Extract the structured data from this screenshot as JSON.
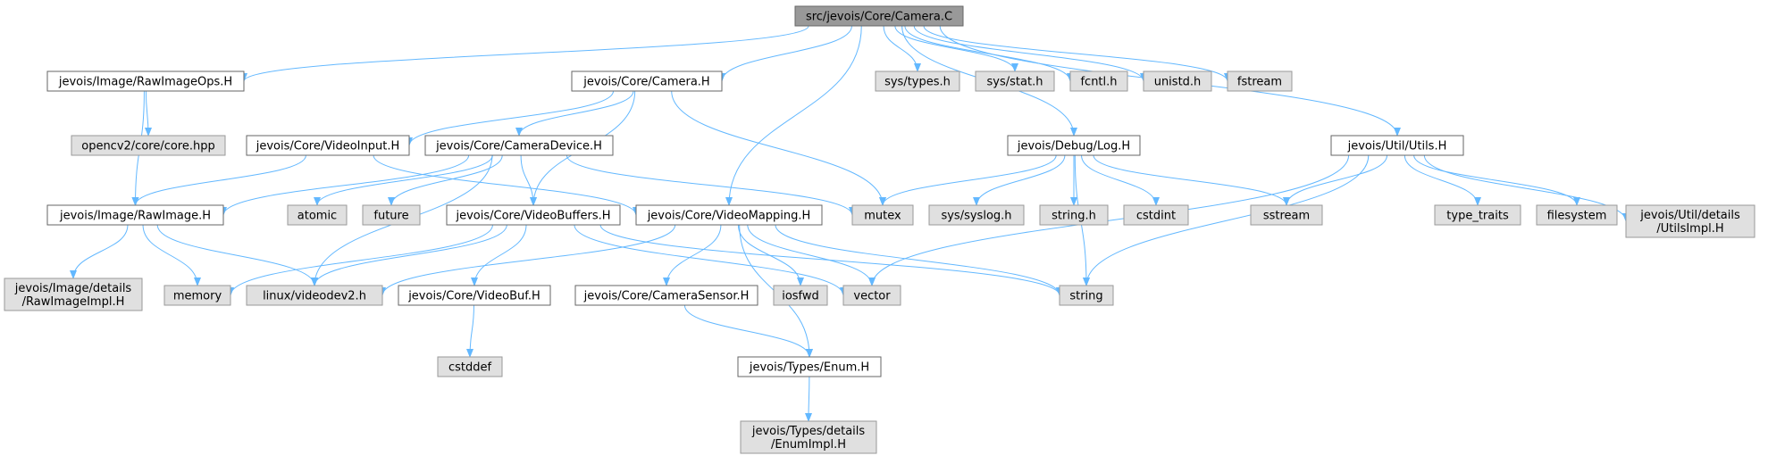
{
  "colors": {
    "root_fill": "#999999",
    "root_stroke": "#666666",
    "internal_fill": "#ffffff",
    "internal_stroke": "#666666",
    "external_fill": "#e0e0e0",
    "external_stroke": "#999999",
    "edge": "#63b8ff"
  },
  "nodes": [
    {
      "id": "camera_c",
      "kind": "root",
      "lines": [
        "src/jevois/Core/Camera.C"
      ]
    },
    {
      "id": "rawimageops_h",
      "kind": "internal",
      "lines": [
        "jevois/Image/RawImageOps.H"
      ]
    },
    {
      "id": "camera_h",
      "kind": "internal",
      "lines": [
        "jevois/Core/Camera.H"
      ]
    },
    {
      "id": "sys_types_h",
      "kind": "external",
      "lines": [
        "sys/types.h"
      ]
    },
    {
      "id": "sys_stat_h",
      "kind": "external",
      "lines": [
        "sys/stat.h"
      ]
    },
    {
      "id": "fcntl_h",
      "kind": "external",
      "lines": [
        "fcntl.h"
      ]
    },
    {
      "id": "unistd_h",
      "kind": "external",
      "lines": [
        "unistd.h"
      ]
    },
    {
      "id": "fstream",
      "kind": "external",
      "lines": [
        "fstream"
      ]
    },
    {
      "id": "core_hpp",
      "kind": "external",
      "lines": [
        "opencv2/core/core.hpp"
      ]
    },
    {
      "id": "videoinput_h",
      "kind": "internal",
      "lines": [
        "jevois/Core/VideoInput.H"
      ]
    },
    {
      "id": "cameradevice_h",
      "kind": "internal",
      "lines": [
        "jevois/Core/CameraDevice.H"
      ]
    },
    {
      "id": "log_h",
      "kind": "internal",
      "lines": [
        "jevois/Debug/Log.H"
      ]
    },
    {
      "id": "utils_h",
      "kind": "internal",
      "lines": [
        "jevois/Util/Utils.H"
      ]
    },
    {
      "id": "rawimage_h",
      "kind": "internal",
      "lines": [
        "jevois/Image/RawImage.H"
      ]
    },
    {
      "id": "atomic",
      "kind": "external",
      "lines": [
        "atomic"
      ]
    },
    {
      "id": "future",
      "kind": "external",
      "lines": [
        "future"
      ]
    },
    {
      "id": "videobuffers_h",
      "kind": "internal",
      "lines": [
        "jevois/Core/VideoBuffers.H"
      ]
    },
    {
      "id": "videomapping_h",
      "kind": "internal",
      "lines": [
        "jevois/Core/VideoMapping.H"
      ]
    },
    {
      "id": "mutex",
      "kind": "external",
      "lines": [
        "mutex"
      ]
    },
    {
      "id": "syslog_h",
      "kind": "external",
      "lines": [
        "sys/syslog.h"
      ]
    },
    {
      "id": "string_h",
      "kind": "external",
      "lines": [
        "string.h"
      ]
    },
    {
      "id": "cstdint",
      "kind": "external",
      "lines": [
        "cstdint"
      ]
    },
    {
      "id": "sstream",
      "kind": "external",
      "lines": [
        "sstream"
      ]
    },
    {
      "id": "type_traits",
      "kind": "external",
      "lines": [
        "type_traits"
      ]
    },
    {
      "id": "filesystem",
      "kind": "external",
      "lines": [
        "filesystem"
      ]
    },
    {
      "id": "utilsimpl_h",
      "kind": "external",
      "lines": [
        "jevois/Util/details",
        "/UtilsImpl.H"
      ]
    },
    {
      "id": "rawimageimpl_h",
      "kind": "external",
      "lines": [
        "jevois/Image/details",
        "/RawImageImpl.H"
      ]
    },
    {
      "id": "memory",
      "kind": "external",
      "lines": [
        "memory"
      ]
    },
    {
      "id": "videodev2_h",
      "kind": "external",
      "lines": [
        "linux/videodev2.h"
      ]
    },
    {
      "id": "videobuf_h",
      "kind": "internal",
      "lines": [
        "jevois/Core/VideoBuf.H"
      ]
    },
    {
      "id": "camerasensor_h",
      "kind": "internal",
      "lines": [
        "jevois/Core/CameraSensor.H"
      ]
    },
    {
      "id": "iosfwd",
      "kind": "external",
      "lines": [
        "iosfwd"
      ]
    },
    {
      "id": "vector",
      "kind": "external",
      "lines": [
        "vector"
      ]
    },
    {
      "id": "string",
      "kind": "external",
      "lines": [
        "string"
      ]
    },
    {
      "id": "cstddef",
      "kind": "external",
      "lines": [
        "cstddef"
      ]
    },
    {
      "id": "enum_h",
      "kind": "internal",
      "lines": [
        "jevois/Types/Enum.H"
      ]
    },
    {
      "id": "enumimpl_h",
      "kind": "external",
      "lines": [
        "jevois/Types/details",
        "/EnumImpl.H"
      ]
    }
  ],
  "edges": [
    {
      "from": "camera_c",
      "to": "rawimageops_h"
    },
    {
      "from": "camera_c",
      "to": "camera_h"
    },
    {
      "from": "camera_c",
      "to": "sys_types_h"
    },
    {
      "from": "camera_c",
      "to": "sys_stat_h"
    },
    {
      "from": "camera_c",
      "to": "fcntl_h"
    },
    {
      "from": "camera_c",
      "to": "unistd_h"
    },
    {
      "from": "camera_c",
      "to": "fstream"
    },
    {
      "from": "camera_c",
      "to": "log_h"
    },
    {
      "from": "camera_c",
      "to": "utils_h"
    },
    {
      "from": "camera_c",
      "to": "videomapping_h"
    },
    {
      "from": "rawimageops_h",
      "to": "core_hpp"
    },
    {
      "from": "rawimageops_h",
      "to": "rawimage_h"
    },
    {
      "from": "camera_h",
      "to": "videoinput_h"
    },
    {
      "from": "camera_h",
      "to": "cameradevice_h"
    },
    {
      "from": "camera_h",
      "to": "videobuffers_h"
    },
    {
      "from": "camera_h",
      "to": "mutex"
    },
    {
      "from": "videoinput_h",
      "to": "rawimage_h"
    },
    {
      "from": "videoinput_h",
      "to": "videomapping_h"
    },
    {
      "from": "cameradevice_h",
      "to": "rawimage_h"
    },
    {
      "from": "cameradevice_h",
      "to": "atomic"
    },
    {
      "from": "cameradevice_h",
      "to": "future"
    },
    {
      "from": "cameradevice_h",
      "to": "videobuffers_h"
    },
    {
      "from": "cameradevice_h",
      "to": "mutex"
    },
    {
      "from": "cameradevice_h",
      "to": "videodev2_h"
    },
    {
      "from": "rawimage_h",
      "to": "rawimageimpl_h"
    },
    {
      "from": "rawimage_h",
      "to": "memory"
    },
    {
      "from": "rawimage_h",
      "to": "videodev2_h"
    },
    {
      "from": "videobuffers_h",
      "to": "memory"
    },
    {
      "from": "videobuffers_h",
      "to": "videodev2_h"
    },
    {
      "from": "videobuffers_h",
      "to": "videobuf_h"
    },
    {
      "from": "videobuffers_h",
      "to": "vector"
    },
    {
      "from": "videobuffers_h",
      "to": "string"
    },
    {
      "from": "videobuf_h",
      "to": "cstddef"
    },
    {
      "from": "videomapping_h",
      "to": "videodev2_h"
    },
    {
      "from": "videomapping_h",
      "to": "camerasensor_h"
    },
    {
      "from": "videomapping_h",
      "to": "iosfwd"
    },
    {
      "from": "videomapping_h",
      "to": "vector"
    },
    {
      "from": "videomapping_h",
      "to": "string"
    },
    {
      "from": "videomapping_h",
      "to": "enum_h"
    },
    {
      "from": "camerasensor_h",
      "to": "enum_h"
    },
    {
      "from": "enum_h",
      "to": "enumimpl_h"
    },
    {
      "from": "log_h",
      "to": "mutex"
    },
    {
      "from": "log_h",
      "to": "syslog_h"
    },
    {
      "from": "log_h",
      "to": "string_h"
    },
    {
      "from": "log_h",
      "to": "cstdint"
    },
    {
      "from": "log_h",
      "to": "sstream"
    },
    {
      "from": "log_h",
      "to": "string"
    },
    {
      "from": "utils_h",
      "to": "sstream"
    },
    {
      "from": "utils_h",
      "to": "type_traits"
    },
    {
      "from": "utils_h",
      "to": "filesystem"
    },
    {
      "from": "utils_h",
      "to": "utilsimpl_h"
    },
    {
      "from": "utils_h",
      "to": "vector"
    },
    {
      "from": "utils_h",
      "to": "string"
    }
  ]
}
